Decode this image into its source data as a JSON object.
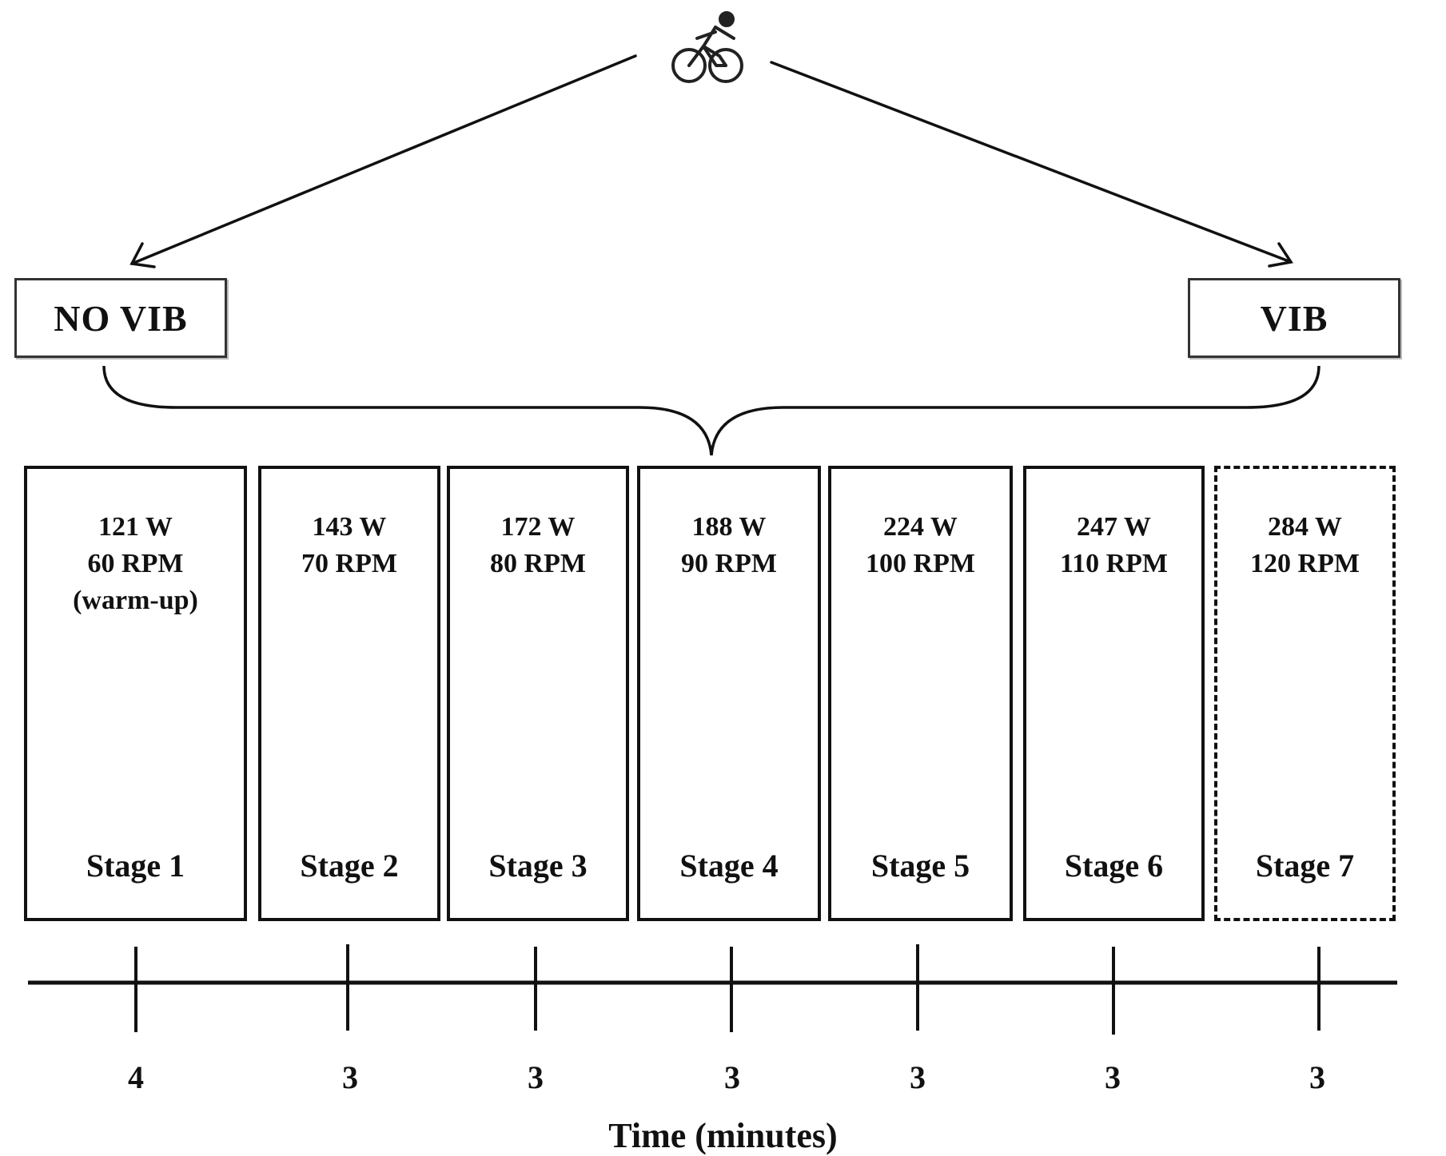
{
  "conditions": {
    "left": "NO VIB",
    "right": "VIB"
  },
  "icon": "cyclist-icon",
  "stages": [
    {
      "power": "121 W",
      "cadence": "60 RPM",
      "note": "(warm-up)",
      "label": "Stage 1",
      "duration": "4",
      "optional": false
    },
    {
      "power": "143 W",
      "cadence": "70 RPM",
      "note": "",
      "label": "Stage 2",
      "duration": "3",
      "optional": false
    },
    {
      "power": "172 W",
      "cadence": "80 RPM",
      "note": "",
      "label": "Stage 3",
      "duration": "3",
      "optional": false
    },
    {
      "power": "188 W",
      "cadence": "90 RPM",
      "note": "",
      "label": "Stage 4",
      "duration": "3",
      "optional": false
    },
    {
      "power": "224 W",
      "cadence": "100 RPM",
      "note": "",
      "label": "Stage 5",
      "duration": "3",
      "optional": false
    },
    {
      "power": "247 W",
      "cadence": "110 RPM",
      "note": "",
      "label": "Stage 6",
      "duration": "3",
      "optional": false
    },
    {
      "power": "284 W",
      "cadence": "120 RPM",
      "note": "",
      "label": "Stage 7",
      "duration": "3",
      "optional": true
    }
  ],
  "axis": {
    "title": "Time (minutes)"
  },
  "colors": {
    "line": "#111111",
    "box_border": "#333333"
  }
}
